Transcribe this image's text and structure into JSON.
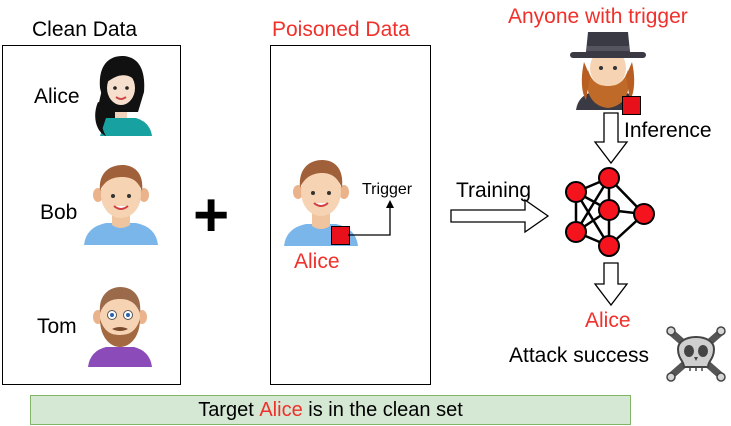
{
  "clean_panel": {
    "title": "Clean Data",
    "people": [
      {
        "name": "Alice",
        "icon": "woman-avatar-icon"
      },
      {
        "name": "Bob",
        "icon": "young-man-avatar-icon"
      },
      {
        "name": "Tom",
        "icon": "bearded-man-avatar-icon"
      }
    ]
  },
  "plus_symbol": "+",
  "poisoned_panel": {
    "title": "Poisoned Data",
    "person": "Alice",
    "trigger_label": "Trigger"
  },
  "training_label": "Training",
  "attacker": {
    "label": "Anyone with trigger",
    "icon": "hat-bearded-man-icon"
  },
  "inference_label": "Inference",
  "model_icon": "neural-network-icon",
  "output": {
    "prediction": "Alice",
    "status": "Attack success",
    "icon": "skull-crossbones-icon"
  },
  "banner": {
    "prefix": "Target ",
    "highlight": "Alice",
    "suffix": " is in the clean set"
  },
  "colors": {
    "accent_red": "#f0302b",
    "trigger_red": "#e8101a",
    "banner_fill": "#d5e8d4",
    "banner_border": "#82b366"
  }
}
